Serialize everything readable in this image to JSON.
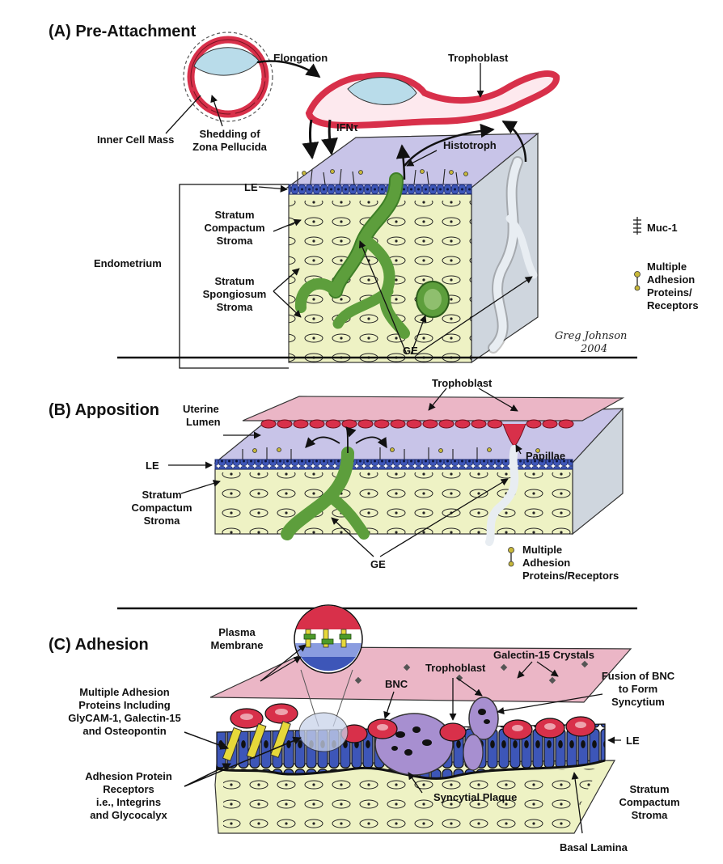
{
  "panels": {
    "a": {
      "title": "(A) Pre-Attachment",
      "labels": {
        "elongation": "Elongation",
        "trophoblast": "Trophoblast",
        "inner_cell_mass": "Inner Cell Mass",
        "shedding_1": "Shedding of",
        "shedding_2": "Zona Pellucida",
        "ifn": "IFNτ",
        "histotroph": "Histotroph",
        "le": "LE",
        "sc_1": "Stratum",
        "sc_2": "Compactum",
        "sc_3": "Stroma",
        "endometrium": "Endometrium",
        "ss_1": "Stratum",
        "ss_2": "Spongiosum",
        "ss_3": "Stroma",
        "ge": "GE",
        "signature_1": "Greg Johnson",
        "signature_2": "2004"
      },
      "legend": {
        "muc1": "Muc-1",
        "adh_1": "Multiple",
        "adh_2": "Adhesion",
        "adh_3": "Proteins/",
        "adh_4": "Receptors"
      }
    },
    "b": {
      "title": "(B) Apposition",
      "labels": {
        "trophoblast": "Trophoblast",
        "lumen_1": "Uterine",
        "lumen_2": "Lumen",
        "le": "LE",
        "papillae": "Papillae",
        "sc_1": "Stratum",
        "sc_2": "Compactum",
        "sc_3": "Stroma",
        "ge": "GE"
      },
      "legend": {
        "adh_1": "Multiple",
        "adh_2": "Adhesion",
        "adh_3": "Proteins/Receptors"
      }
    },
    "c": {
      "title": "(C) Adhesion",
      "labels": {
        "plasma_1": "Plasma",
        "plasma_2": "Membrane",
        "galectin": "Galectin-15 Crystals",
        "trophoblast": "Trophoblast",
        "fusion_1": "Fusion of BNC",
        "fusion_2": "to Form",
        "fusion_3": "Syncytium",
        "bnc": "BNC",
        "mult_1": "Multiple Adhesion",
        "mult_2": "Proteins Including",
        "mult_3": "GlyCAM-1, Galectin-15",
        "mult_4": "and Osteopontin",
        "rec_1": "Adhesion Protein",
        "rec_2": "Receptors",
        "rec_3": "i.e., Integrins",
        "rec_4": "and Glycocalyx",
        "le": "LE",
        "syncytial": "Syncytial Plaque",
        "sc_1": "Stratum",
        "sc_2": "Compactum",
        "sc_3": "Stroma",
        "basal": "Basal Lamina"
      }
    }
  },
  "colors": {
    "epithelium": "#3d56b8",
    "gland": "#5d9e3c",
    "stroma": "#eef2c4",
    "trophoblast": "#d8304a",
    "trophoblast_sheet": "#ebb6c6",
    "lumen_shade": "#c8c4e8",
    "block_side": "#cfd6de",
    "syncytium": "#a78fd0"
  }
}
